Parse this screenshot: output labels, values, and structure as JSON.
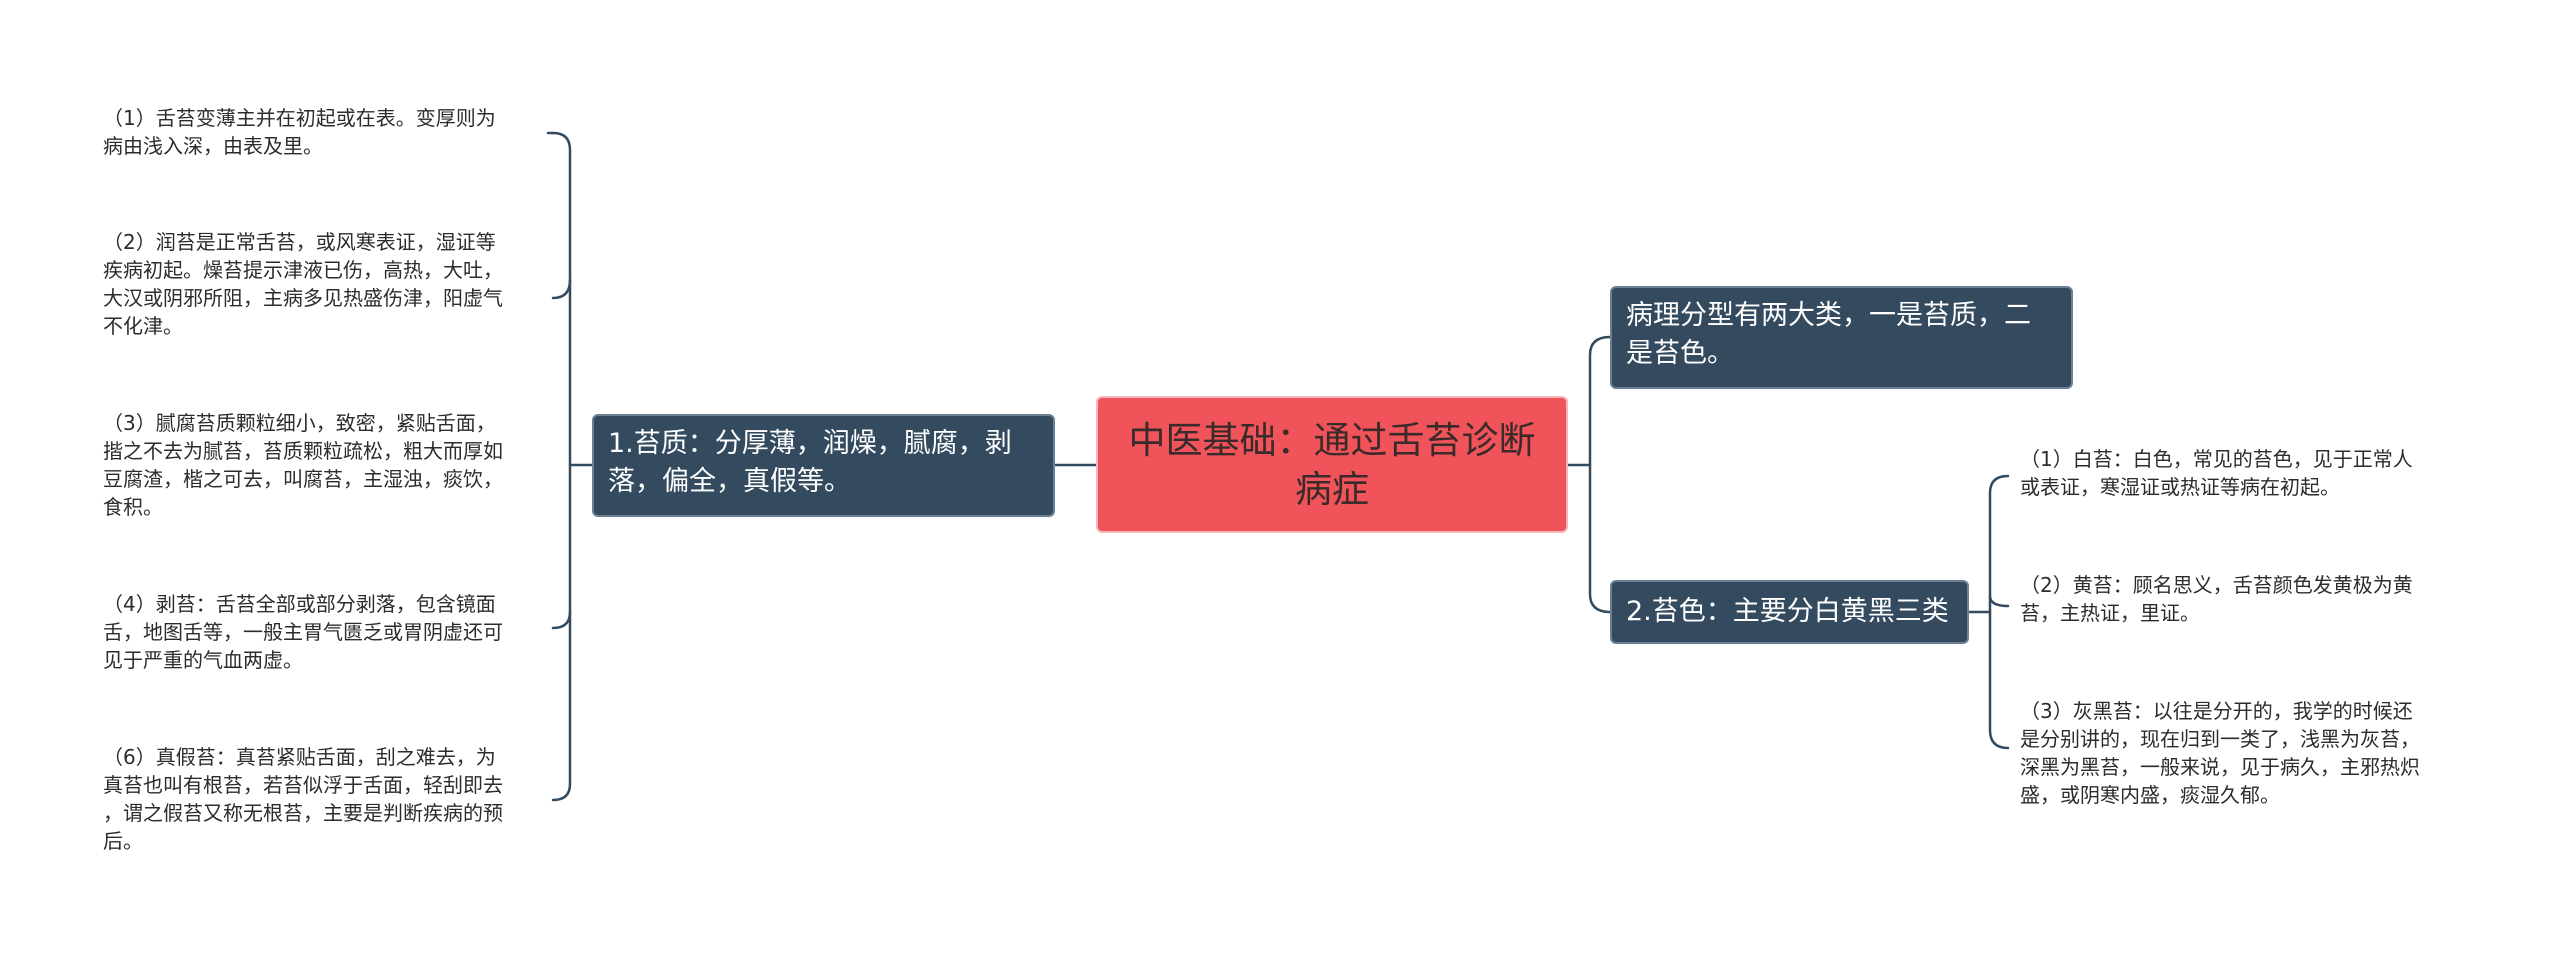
{
  "root": {
    "title": "中医基础：通过舌苔诊断病症"
  },
  "branches": {
    "left": {
      "label": "1.苔质：分厚薄，润燥，腻腐，剥落，偏全，真假等。"
    },
    "right_top": {
      "label": "病理分型有两大类，一是苔质，二是苔色。"
    },
    "right_bottom": {
      "label": "2.苔色：主要分白黄黑三类"
    }
  },
  "left_leaves": [
    {
      "text": "（1）舌苔变薄主并在初起或在表。变厚则为\n病由浅入深，由表及里。"
    },
    {
      "text": "（2）润苔是正常舌苔，或风寒表证，湿证等\n疾病初起。燥苔提示津液已伤，高热，大吐，\n大汉或阴邪所阻，主病多见热盛伤津，阳虚气\n不化津。"
    },
    {
      "text": "（3）腻腐苔质颗粒细小，致密，紧贴舌面，\n揩之不去为腻苔，苔质颗粒疏松，粗大而厚如\n豆腐渣，楷之可去，叫腐苔，主湿浊，痰饮，\n食积。"
    },
    {
      "text": "（4）剥苔：舌苔全部或部分剥落，包含镜面\n舌，地图舌等，一般主胃气匮乏或胃阴虚还可\n见于严重的气血两虚。"
    },
    {
      "text": "（6）真假苔：真苔紧贴舌面，刮之难去，为\n真苔也叫有根苔，若苔似浮于舌面，轻刮即去\n，谓之假苔又称无根苔，主要是判断疾病的预\n后。"
    }
  ],
  "right_leaves": [
    {
      "text": "（1）白苔：白色，常见的苔色，见于正常人\n或表证，寒湿证或热证等病在初起。"
    },
    {
      "text": "（2）黄苔：顾名思义，舌苔颜色发黄极为黄\n苔，主热证，里证。"
    },
    {
      "text": "（3）灰黑苔：以往是分开的，我学的时候还\n是分别讲的，现在归到一类了，浅黑为灰苔，\n深黑为黑苔，一般来说，见于病久，主邪热炽\n盛，或阴寒内盛，痰湿久郁。"
    }
  ],
  "colors": {
    "root_fill": "#f0545a",
    "branch_fill": "#344a5f",
    "connector": "#344a5f"
  }
}
